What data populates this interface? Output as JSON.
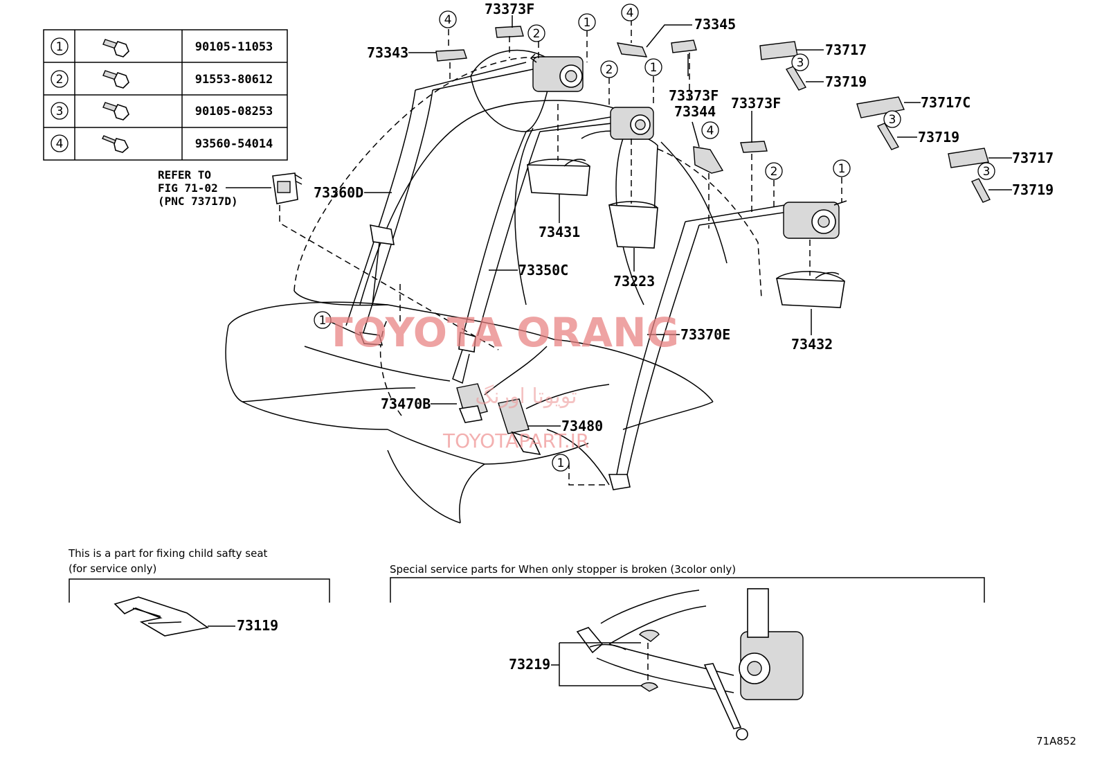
{
  "fastener_table": [
    {
      "key": "1",
      "part_no": "90105-11053"
    },
    {
      "key": "2",
      "part_no": "91553-80612"
    },
    {
      "key": "3",
      "part_no": "90105-08253"
    },
    {
      "key": "4",
      "part_no": "93560-54014"
    }
  ],
  "refer": {
    "line1": "REFER TO",
    "line2": "FIG 71-02",
    "line3": "(PNC 73717D)"
  },
  "labels": {
    "p73343": "73343",
    "p73373F_a": "73373F",
    "p73345": "73345",
    "p73373F_b": "73373F",
    "p73344": "73344",
    "p73373F_c": "73373F",
    "p73717_a": "73717",
    "p73719_a": "73719",
    "p73717C": "73717C",
    "p73719_b": "73719",
    "p73717_b": "73717",
    "p73719_c": "73719",
    "p73360D": "73360D",
    "p73431": "73431",
    "p73223": "73223",
    "p73350C": "73350C",
    "p73432": "73432",
    "p73370E": "73370E",
    "p73470B": "73470B",
    "p73480": "73480",
    "p73119": "73119",
    "p73219": "73219"
  },
  "callouts": {
    "c1": "1",
    "c2": "2",
    "c3": "3",
    "c4": "4"
  },
  "notes": {
    "child_seat_line1": "This is a part for fixing child safty seat",
    "child_seat_line2": "(for service only)",
    "stopper": "Special service parts for When only stopper is broken (3color only)"
  },
  "watermark": {
    "main": "TOYOTA ORANG",
    "arabic": "تویوتا اورنگ",
    "site": "TOYOTAPART.IR"
  },
  "figure_code": "71A852"
}
